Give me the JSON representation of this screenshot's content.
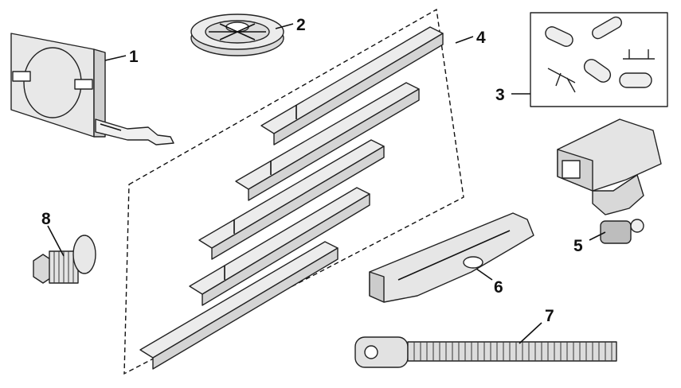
{
  "diagram": {
    "parts": [
      {
        "id": "1",
        "name": "chain-spreader-bracket"
      },
      {
        "id": "2",
        "name": "pulley-wheel"
      },
      {
        "id": "3",
        "name": "chain-connector-links"
      },
      {
        "id": "4",
        "name": "rail-sections"
      },
      {
        "id": "5",
        "name": "trolley"
      },
      {
        "id": "6",
        "name": "door-bracket-arm"
      },
      {
        "id": "7",
        "name": "threaded-shaft"
      },
      {
        "id": "8",
        "name": "chain-spreader-bolt"
      }
    ],
    "labels": {
      "p1": "1",
      "p2": "2",
      "p3": "3",
      "p4": "4",
      "p5": "5",
      "p6": "6",
      "p7": "7",
      "p8": "8"
    },
    "colors": {
      "stroke": "#222222",
      "fill_light": "#e6e6e6",
      "fill_mid": "#cfcfcf"
    }
  }
}
